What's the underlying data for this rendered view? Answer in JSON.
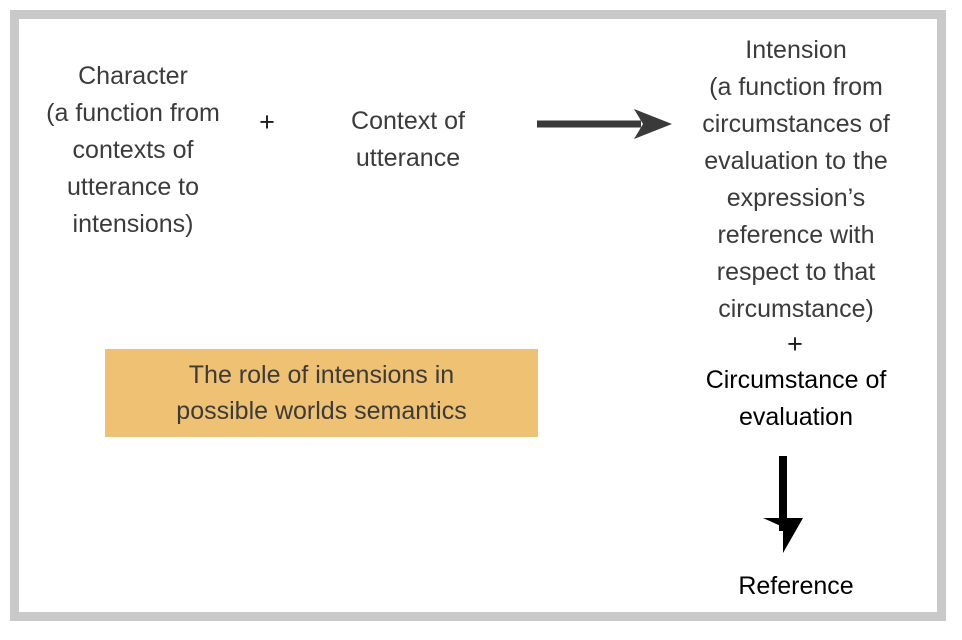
{
  "figure": {
    "frame_color": "#c9c9c9",
    "background": "#ffffff",
    "text_color": "#3b3b3b",
    "accent_color": "#eec173",
    "arrow_color_horizontal": "#3a3a3a",
    "arrow_color_vertical": "#000000"
  },
  "nodes": {
    "character": "Character\n(a function from\ncontexts of\nutterance to\nintensions)",
    "plus_one": "+",
    "context": "Context of\nutterance",
    "intension": "Intension\n(a function from\ncircumstances of\nevaluation to the\nexpression’s\nreference with\nrespect to that\ncircumstance)",
    "plus_two": "+",
    "circumstance": "Circumstance of\nevaluation",
    "reference": "Reference"
  },
  "caption": {
    "text": "The role of intensions in\npossible worlds semantics"
  },
  "icons": {
    "horizontal_arrow": "arrow-right-icon",
    "vertical_arrow": "arrow-down-icon"
  }
}
